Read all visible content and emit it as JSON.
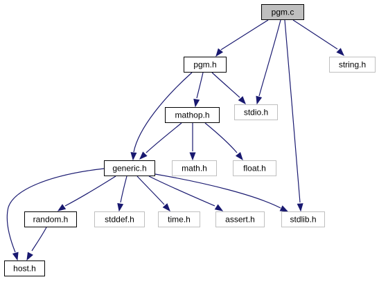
{
  "diagram": {
    "colors": {
      "edge": "#191970",
      "node_fill_default": "#ffffff",
      "node_fill_highlight": "#bfbfbf",
      "node_border_documented": "#000000",
      "node_border_external": "#bfbfbf"
    },
    "nodes": [
      {
        "id": "pgm_c",
        "label": "pgm.c",
        "style": "highlight"
      },
      {
        "id": "pgm_h",
        "label": "pgm.h",
        "style": "documented"
      },
      {
        "id": "stdio_h",
        "label": "stdio.h",
        "style": "external"
      },
      {
        "id": "string_h",
        "label": "string.h",
        "style": "external"
      },
      {
        "id": "mathop_h",
        "label": "mathop.h",
        "style": "documented"
      },
      {
        "id": "generic_h",
        "label": "generic.h",
        "style": "documented"
      },
      {
        "id": "math_h",
        "label": "math.h",
        "style": "external"
      },
      {
        "id": "float_h",
        "label": "float.h",
        "style": "external"
      },
      {
        "id": "random_h",
        "label": "random.h",
        "style": "documented"
      },
      {
        "id": "stddef_h",
        "label": "stddef.h",
        "style": "external"
      },
      {
        "id": "time_h",
        "label": "time.h",
        "style": "external"
      },
      {
        "id": "assert_h",
        "label": "assert.h",
        "style": "external"
      },
      {
        "id": "stdlib_h",
        "label": "stdlib.h",
        "style": "external"
      },
      {
        "id": "host_h",
        "label": "host.h",
        "style": "documented"
      }
    ],
    "edges": [
      {
        "from": "pgm_c",
        "to": "pgm_h"
      },
      {
        "from": "pgm_c",
        "to": "stdio_h"
      },
      {
        "from": "pgm_c",
        "to": "string_h"
      },
      {
        "from": "pgm_c",
        "to": "stdlib_h"
      },
      {
        "from": "pgm_h",
        "to": "stdio_h"
      },
      {
        "from": "pgm_h",
        "to": "mathop_h"
      },
      {
        "from": "pgm_h",
        "to": "generic_h"
      },
      {
        "from": "mathop_h",
        "to": "generic_h"
      },
      {
        "from": "mathop_h",
        "to": "math_h"
      },
      {
        "from": "mathop_h",
        "to": "float_h"
      },
      {
        "from": "generic_h",
        "to": "random_h"
      },
      {
        "from": "generic_h",
        "to": "stddef_h"
      },
      {
        "from": "generic_h",
        "to": "time_h"
      },
      {
        "from": "generic_h",
        "to": "assert_h"
      },
      {
        "from": "generic_h",
        "to": "stdlib_h"
      },
      {
        "from": "generic_h",
        "to": "host_h"
      },
      {
        "from": "random_h",
        "to": "host_h"
      }
    ]
  }
}
